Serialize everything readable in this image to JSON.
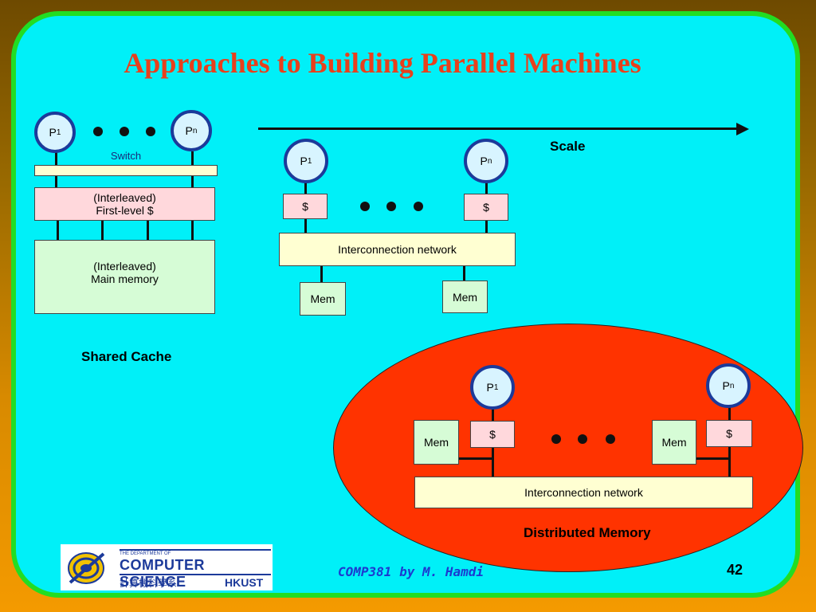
{
  "slide": {
    "title": "Approaches to Building Parallel Machines",
    "scale_label": "Scale",
    "page_number": "42",
    "footer_text": "COMP381 by M. Hamdi"
  },
  "shared_cache": {
    "label": "Shared Cache",
    "p_first": "P",
    "p_first_sub": "1",
    "p_last": "P",
    "p_last_sub": "n",
    "switch_label": "Switch",
    "cache_line1": "(Interleaved)",
    "cache_line2": "First-level $",
    "memory_line1": "(Interleaved)",
    "memory_line2": "Main memory"
  },
  "dance_hall": {
    "p_first": "P",
    "p_first_sub": "1",
    "p_last": "P",
    "p_last_sub": "n",
    "cache_label": "$",
    "network_label": "Interconnection network",
    "mem_label": "Mem"
  },
  "distributed": {
    "label": "Distributed Memory",
    "p_first": "P",
    "p_first_sub": "1",
    "p_last": "P",
    "p_last_sub": "n",
    "cache_label": "$",
    "mem_label": "Mem",
    "network_label": "Interconnection network"
  },
  "logo": {
    "dept_small": "THE DEPARTMENT OF",
    "dept_name": "COMPUTER SCIENCE",
    "chinese": "計算機科學系",
    "school": "HKUST"
  },
  "colors": {
    "title": "#e8401c",
    "panel": "#00f0f8",
    "border": "#22dd22",
    "ellipse": "#ff3300"
  }
}
